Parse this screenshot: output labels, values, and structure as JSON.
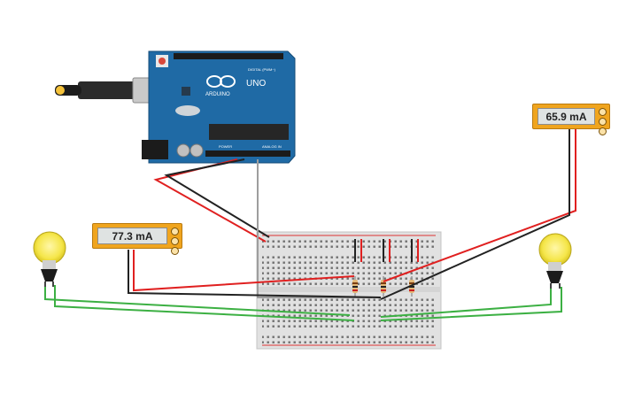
{
  "meters": [
    {
      "id": "left-ammeter",
      "reading": "77.3 mA"
    },
    {
      "id": "right-ammeter",
      "reading": "65.9 mA"
    }
  ],
  "arduino": {
    "logo": "ARDUINO",
    "model": "UNO",
    "digital_label": "DIGITAL (PWM~)",
    "power_label": "POWER",
    "analog_label": "ANALOG IN"
  },
  "colors": {
    "board": "#1f6aa5",
    "wire_red": "#e02020",
    "wire_black": "#222222",
    "wire_green": "#3cb043",
    "meter": "#f0a51e"
  }
}
